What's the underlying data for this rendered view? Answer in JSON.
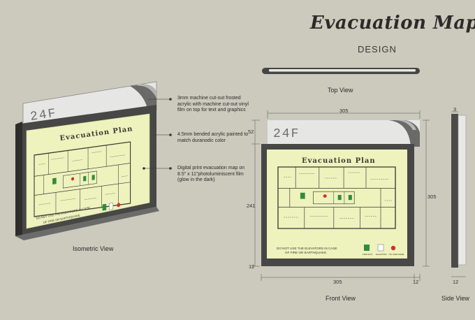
{
  "header": {
    "title": "Evacuation Map",
    "subtitle": "DESIGN"
  },
  "sign": {
    "floor_label": "24F",
    "plan_title": "Evacuation Plan",
    "warning_line1": "DO NOT USE THE ELEVATORS IN CASE",
    "warning_line2": "OF FIRE OR EARTHQUAKE",
    "legend": [
      "FIRE EXIT",
      "ELEVATOR",
      "YOU ARE HERE"
    ]
  },
  "notes": [
    "3mm machine cut-out frosted acrylic with machine cut-out vinyl film on top for text and graphics",
    "4.5mm bended acrylic painted to match duranodic color",
    "Digital print evacuation map on 8.5\" x 11\"photoluminiscent film (glow in the dark)"
  ],
  "views": {
    "isometric": "Isometric View",
    "top": "Top View",
    "front": "Front View",
    "side": "Side View"
  },
  "dimensions": {
    "top_width": "305",
    "right_height": "305",
    "header_height": "52",
    "frame_height": "241",
    "bottom_margin": "12",
    "bottom_width": "305",
    "bottom_margin_right": "12",
    "side_depth_top": "3",
    "side_depth_bottom": "12"
  },
  "colors": {
    "background": "#ccc9bd",
    "frame": "#4c4c4b",
    "map": "#eef2bd",
    "header": "#e6e6e4",
    "exit_green": "#2f8d3a",
    "marker_red": "#d0302a"
  }
}
